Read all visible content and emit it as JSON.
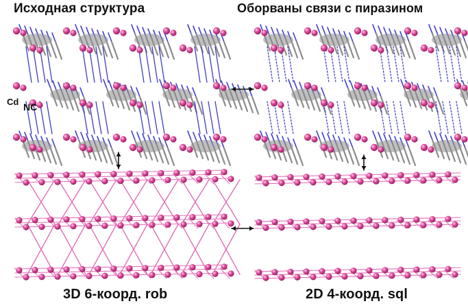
{
  "titles": {
    "left": "Исходная структура",
    "right": "Оборваны связи с пиразином"
  },
  "captions": {
    "left": "3D 6-коорд. rob",
    "right": "2D 4-коорд. sql"
  },
  "atom_labels": {
    "cd": "Cd",
    "nc": "NC"
  },
  "colors": {
    "cadmium": "#e0509f",
    "cadmium_bond": "#e070b8",
    "nitrogen": "#3c3cc8",
    "carbon": "#8c8c8c",
    "arrow": "#111111"
  }
}
